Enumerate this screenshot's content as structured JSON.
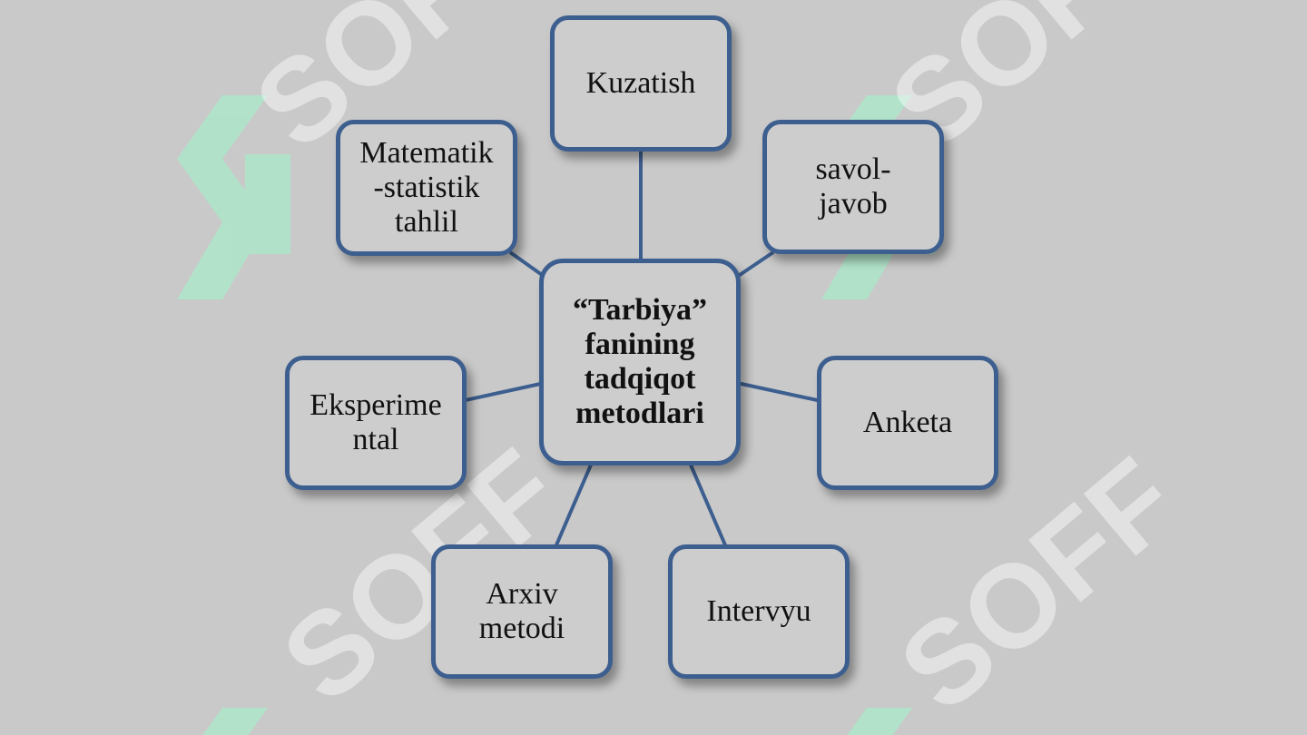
{
  "diagram": {
    "center": "“Tarbiya”\nfanining\ntadqiqot\nmetodlari",
    "nodes": [
      {
        "id": "kuzatish",
        "label": "Kuzatish"
      },
      {
        "id": "savol-javob",
        "label": "savol-\njavob"
      },
      {
        "id": "anketa",
        "label": "Anketa"
      },
      {
        "id": "intervyu",
        "label": "Intervyu"
      },
      {
        "id": "arxiv-metodi",
        "label": "Arxiv\nmetodi"
      },
      {
        "id": "eksperimental",
        "label": "Eksperime\nntal"
      },
      {
        "id": "matematik-statistik-tahlil",
        "label": "Matematik\n-statistik\ntahlil"
      }
    ]
  },
  "watermark": {
    "text": "SOFF",
    "logo_color": "#a9ebc9"
  },
  "colors": {
    "background": "#c9c9c9",
    "node_border": "#3d5f8f",
    "node_fill": "#cdcdcd",
    "connector": "#3d5f8f"
  }
}
